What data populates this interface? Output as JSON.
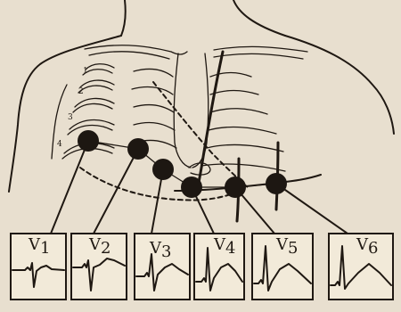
{
  "diagram": {
    "rib_numbers": [
      "1",
      "2",
      "3",
      "4"
    ],
    "leads": [
      {
        "id": "v1",
        "letter": "V",
        "number": "1"
      },
      {
        "id": "v2",
        "letter": "V",
        "number": "2"
      },
      {
        "id": "v3",
        "letter": "V",
        "number": "3"
      },
      {
        "id": "v4",
        "letter": "V",
        "number": "4"
      },
      {
        "id": "v5",
        "letter": "V",
        "number": "5"
      },
      {
        "id": "v6",
        "letter": "V",
        "number": "6"
      }
    ],
    "colors": {
      "paper": "#e8dfcf",
      "ink": "#1f1812"
    }
  }
}
